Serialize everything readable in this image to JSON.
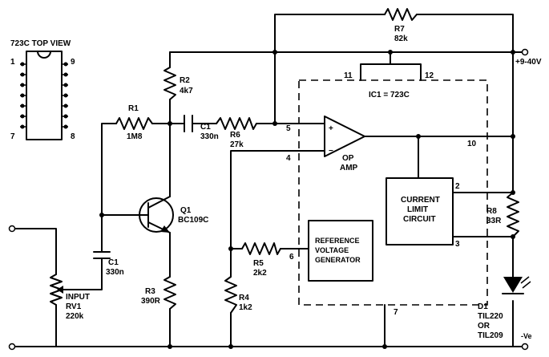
{
  "ic_view": {
    "title": "723C TOP VIEW",
    "pin_1": "1",
    "pin_7": "7",
    "pin_8": "8",
    "pin_9": "9"
  },
  "ic": {
    "label": "IC1 = 723C",
    "pin_5": "5",
    "pin_4": "4",
    "pin_6": "6",
    "pin_7": "7",
    "pin_10": "10",
    "pin_11": "11",
    "pin_12": "12",
    "pin_2": "2",
    "pin_3": "3"
  },
  "opamp": {
    "name": "OP",
    "name2": "AMP",
    "plus": "+",
    "minus": "−"
  },
  "current_limit": {
    "line1": "CURRENT",
    "line2": "LIMIT",
    "line3": "CIRCUIT"
  },
  "reference": {
    "line1": "REFERENCE",
    "line2": "VOLTAGE",
    "line3": "GENERATOR"
  },
  "components": {
    "r1": {
      "name": "R1",
      "value": "1M8"
    },
    "r2": {
      "name": "R2",
      "value": "4k7"
    },
    "r3": {
      "name": "R3",
      "value": "390R"
    },
    "r4": {
      "name": "R4",
      "value": "1k2"
    },
    "r5": {
      "name": "R5",
      "value": "2k2"
    },
    "r6": {
      "name": "R6",
      "value": "27k"
    },
    "r7": {
      "name": "R7",
      "value": "82k"
    },
    "r8": {
      "name": "R8",
      "value": "33R"
    },
    "c1_top": {
      "name": "C1",
      "value": "330n"
    },
    "c1_left": {
      "name": "C1",
      "value": "330n"
    },
    "q1": {
      "name": "Q1",
      "value": "BC109C"
    },
    "rv1": {
      "line1": "INPUT",
      "line2": "RV1",
      "line3": "220k"
    },
    "d1": {
      "line1": "D1",
      "line2": "TIL220",
      "line3": "OR",
      "line4": "TIL209"
    }
  },
  "supply": {
    "positive": "+9-40V",
    "negative": "-Ve"
  }
}
